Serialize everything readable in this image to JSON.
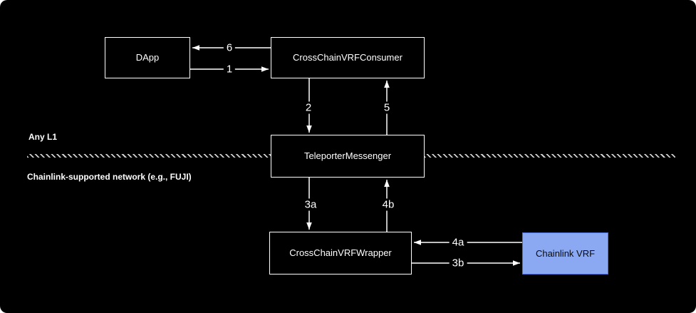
{
  "regions": {
    "top": "Any L1",
    "bottom": "Chainlink-supported network (e.g., FUJI)"
  },
  "nodes": {
    "dapp": {
      "label": "DApp"
    },
    "consumer": {
      "label": "CrossChainVRFConsumer"
    },
    "teleporter": {
      "label": "TeleporterMessenger"
    },
    "wrapper": {
      "label": "CrossChainVRFWrapper"
    },
    "chainlink_vrf": {
      "label": "Chainlink VRF"
    }
  },
  "edges": {
    "e1": {
      "label": "1",
      "from": "dapp",
      "to": "consumer"
    },
    "e2": {
      "label": "2",
      "from": "consumer",
      "to": "teleporter"
    },
    "e3a": {
      "label": "3a",
      "from": "teleporter",
      "to": "wrapper"
    },
    "e3b": {
      "label": "3b",
      "from": "wrapper",
      "to": "chainlink_vrf"
    },
    "e4a": {
      "label": "4a",
      "from": "chainlink_vrf",
      "to": "wrapper"
    },
    "e4b": {
      "label": "4b",
      "from": "wrapper",
      "to": "teleporter"
    },
    "e5": {
      "label": "5",
      "from": "teleporter",
      "to": "consumer"
    },
    "e6": {
      "label": "6",
      "from": "consumer",
      "to": "dapp"
    }
  },
  "colors": {
    "background": "#000000",
    "line": "#ffffff",
    "box_border": "#ffffff",
    "box_text": "#ffffff",
    "chainlink_fill": "#8aa9f2",
    "chainlink_border": "#4a70d6",
    "divider": "#cfcfcf"
  }
}
